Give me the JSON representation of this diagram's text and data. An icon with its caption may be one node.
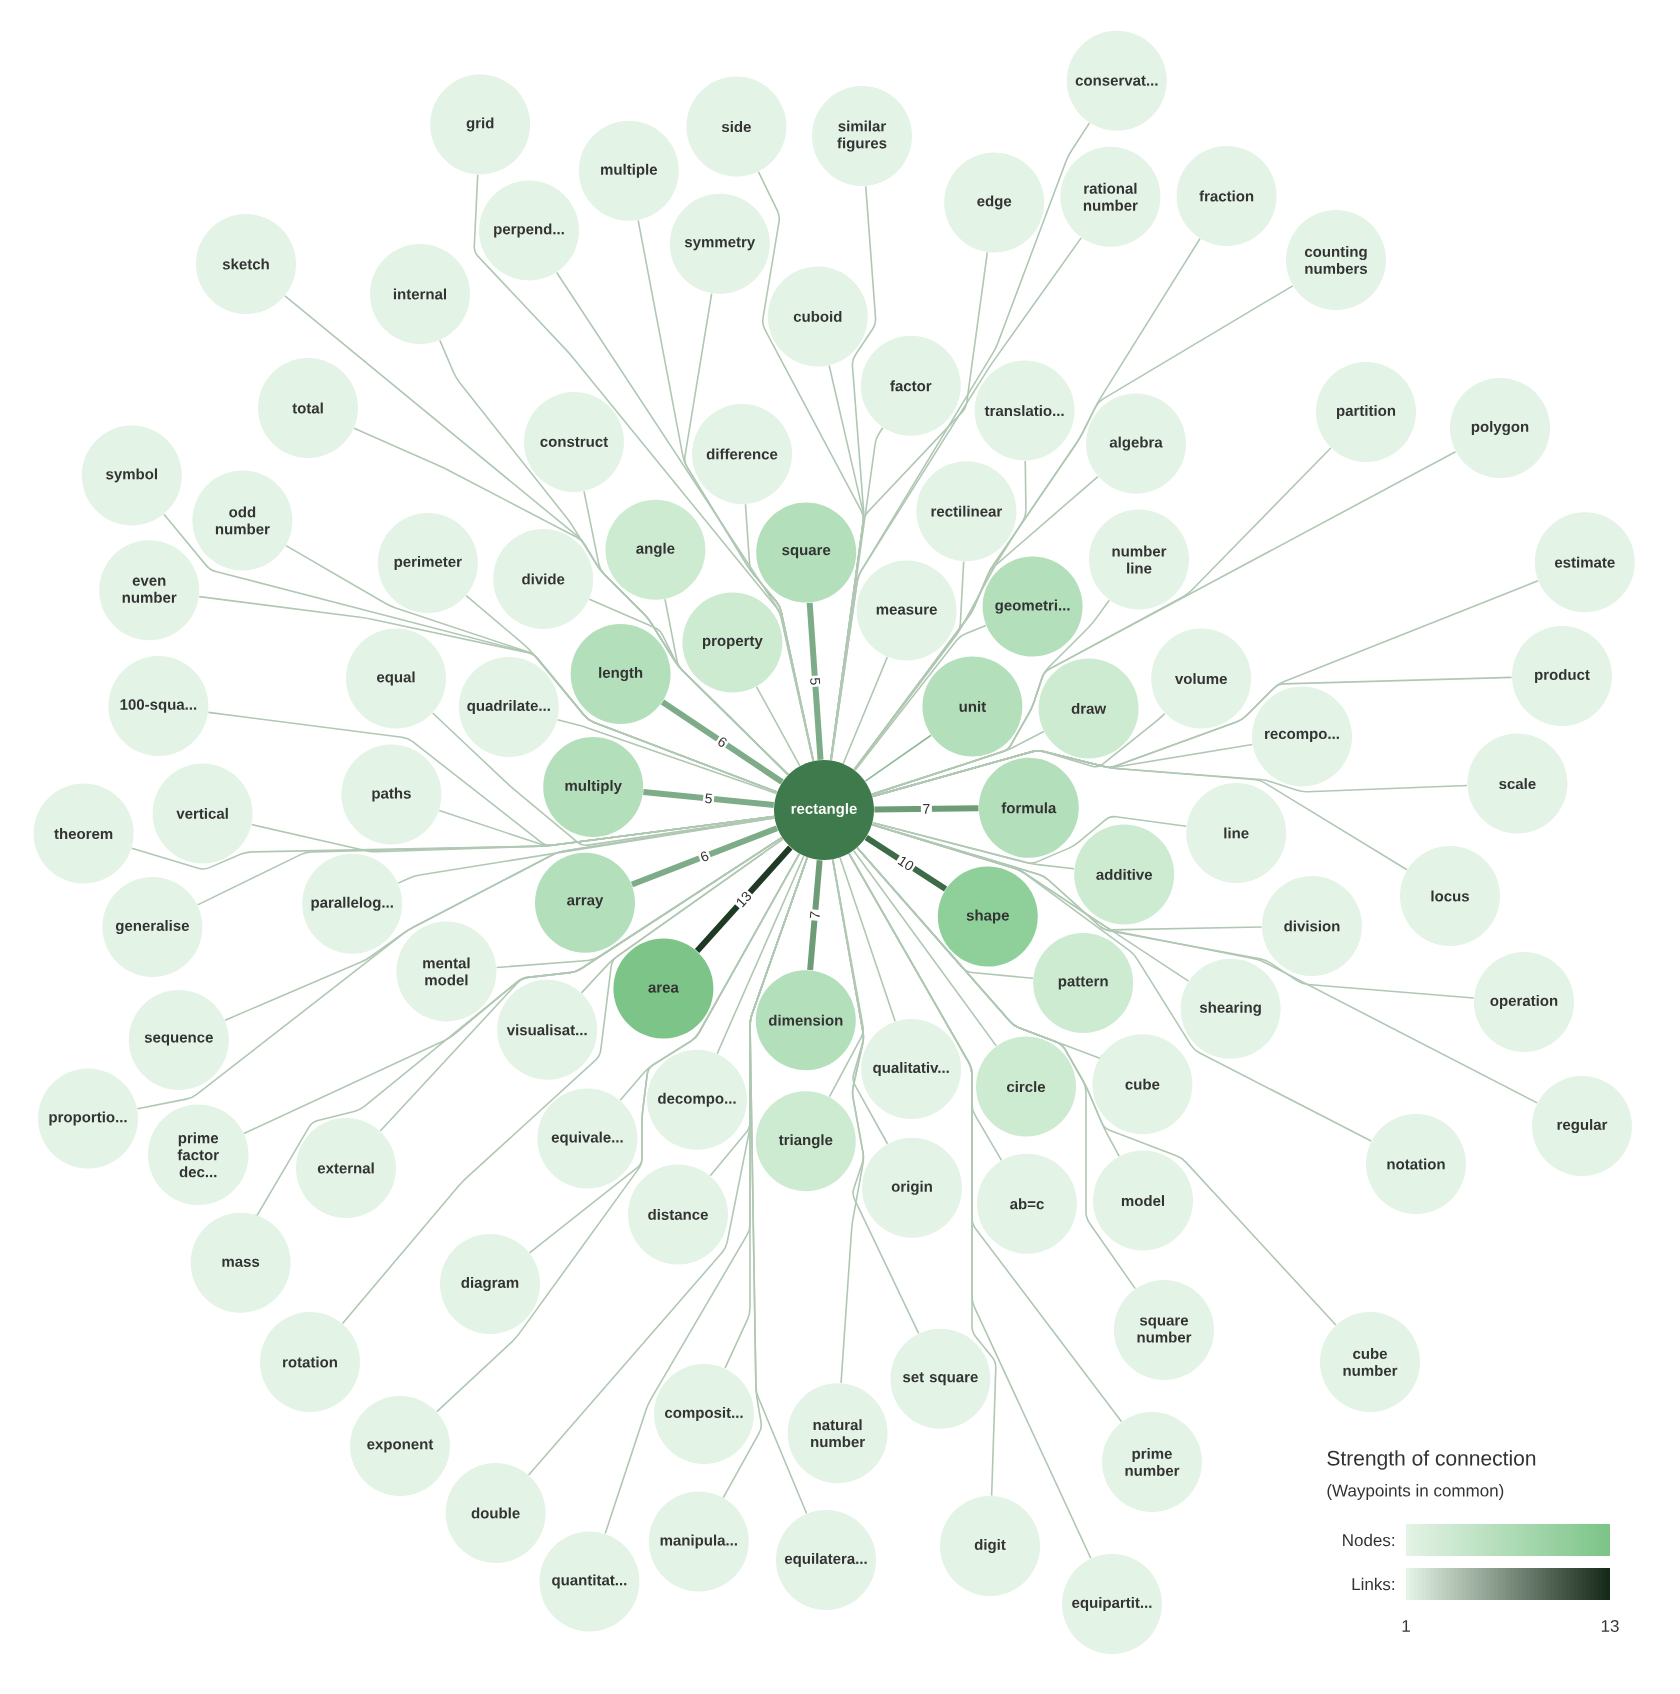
{
  "diagram": {
    "nodes": [
      {
        "text": [
          "rectangle"
        ]
      },
      {
        "text": [
          "grid"
        ]
      },
      {
        "text": [
          "side"
        ]
      },
      {
        "text": [
          "similar figures"
        ]
      },
      {
        "text": [
          "conservat..."
        ]
      },
      {
        "text": [
          "multiple"
        ]
      },
      {
        "text": [
          "rational number"
        ]
      },
      {
        "text": [
          "edge"
        ]
      },
      {
        "text": [
          "fraction"
        ]
      },
      {
        "text": [
          "perpend..."
        ]
      },
      {
        "text": [
          "symmetry"
        ]
      },
      {
        "text": [
          "sketch"
        ]
      },
      {
        "text": [
          "counting numbers"
        ]
      },
      {
        "text": [
          "internal"
        ]
      },
      {
        "text": [
          "cuboid"
        ]
      },
      {
        "text": [
          "factor"
        ]
      },
      {
        "text": [
          "total"
        ]
      },
      {
        "text": [
          "partition"
        ]
      },
      {
        "text": [
          "translatio..."
        ]
      },
      {
        "text": [
          "polygon"
        ]
      },
      {
        "text": [
          "construct"
        ]
      },
      {
        "text": [
          "difference"
        ]
      },
      {
        "text": [
          "algebra"
        ]
      },
      {
        "text": [
          "symbol"
        ]
      },
      {
        "text": [
          "odd number"
        ]
      },
      {
        "text": [
          "rectilinear"
        ]
      },
      {
        "text": [
          "number line"
        ]
      },
      {
        "text": [
          "angle"
        ]
      },
      {
        "text": [
          "square"
        ]
      },
      {
        "text": [
          "perimeter"
        ]
      },
      {
        "text": [
          "divide"
        ]
      },
      {
        "text": [
          "estimate"
        ]
      },
      {
        "text": [
          "even number"
        ]
      },
      {
        "text": [
          "measure"
        ]
      },
      {
        "text": [
          "geometri..."
        ]
      },
      {
        "text": [
          "property"
        ]
      },
      {
        "text": [
          "length"
        ]
      },
      {
        "text": [
          "equal"
        ]
      },
      {
        "text": [
          "quadrilate..."
        ]
      },
      {
        "text": [
          "unit"
        ]
      },
      {
        "text": [
          "draw"
        ]
      },
      {
        "text": [
          "volume"
        ]
      },
      {
        "text": [
          "product"
        ]
      },
      {
        "text": [
          "100-squa..."
        ]
      },
      {
        "text": [
          "recompo..."
        ]
      },
      {
        "text": [
          "multiply"
        ]
      },
      {
        "text": [
          "paths"
        ]
      },
      {
        "text": [
          "vertical"
        ]
      },
      {
        "text": [
          "scale"
        ]
      },
      {
        "text": [
          "formula"
        ]
      },
      {
        "text": [
          "line"
        ]
      },
      {
        "text": [
          "theorem"
        ]
      },
      {
        "text": [
          "additive"
        ]
      },
      {
        "text": [
          "array"
        ]
      },
      {
        "text": [
          "parallelog..."
        ]
      },
      {
        "text": [
          "locus"
        ]
      },
      {
        "text": [
          "shape"
        ]
      },
      {
        "text": [
          "generalise"
        ]
      },
      {
        "text": [
          "division"
        ]
      },
      {
        "text": [
          "mental model"
        ]
      },
      {
        "text": [
          "area"
        ]
      },
      {
        "text": [
          "pattern"
        ]
      },
      {
        "text": [
          "operation"
        ]
      },
      {
        "text": [
          "dimension"
        ]
      },
      {
        "text": [
          "visualisat..."
        ]
      },
      {
        "text": [
          "shearing"
        ]
      },
      {
        "text": [
          "sequence"
        ]
      },
      {
        "text": [
          "qualitativ..."
        ]
      },
      {
        "text": [
          "circle"
        ]
      },
      {
        "text": [
          "cube"
        ]
      },
      {
        "text": [
          "decompo..."
        ]
      },
      {
        "text": [
          "proportio..."
        ]
      },
      {
        "text": [
          "triangle"
        ]
      },
      {
        "text": [
          "regular"
        ]
      },
      {
        "text": [
          "equivale..."
        ]
      },
      {
        "text": [
          "prime factor dec..."
        ]
      },
      {
        "text": [
          "external"
        ]
      },
      {
        "text": [
          "notation"
        ]
      },
      {
        "text": [
          "origin"
        ]
      },
      {
        "text": [
          "ab=c"
        ]
      },
      {
        "text": [
          "model"
        ]
      },
      {
        "text": [
          "distance"
        ]
      },
      {
        "text": [
          "mass"
        ]
      },
      {
        "text": [
          "diagram"
        ]
      },
      {
        "text": [
          "square number"
        ]
      },
      {
        "text": [
          "rotation"
        ]
      },
      {
        "text": [
          "cube number"
        ]
      },
      {
        "text": [
          "set square"
        ]
      },
      {
        "text": [
          "composit..."
        ]
      },
      {
        "text": [
          "natural number"
        ]
      },
      {
        "text": [
          "exponent"
        ]
      },
      {
        "text": [
          "prime number"
        ]
      },
      {
        "text": [
          "double"
        ]
      },
      {
        "text": [
          "manipula..."
        ]
      },
      {
        "text": [
          "digit"
        ]
      },
      {
        "text": [
          "equilatera..."
        ]
      },
      {
        "text": [
          "quantitat..."
        ]
      },
      {
        "text": [
          "equipartit..."
        ]
      }
    ],
    "edges": [
      {
        "from": 0,
        "to": 1,
        "arrow": "none"
      },
      {
        "from": 0,
        "to": 2,
        "arrow": "none"
      },
      {
        "from": 0,
        "to": 3,
        "arrow": "none"
      },
      {
        "from": 0,
        "to": 4,
        "arrow": "none"
      },
      {
        "from": 0,
        "to": 5,
        "arrow": "none"
      },
      {
        "from": 0,
        "to": 6,
        "arrow": "none"
      },
      {
        "from": 0,
        "to": 7,
        "arrow": "none"
      },
      {
        "from": 0,
        "to": 8,
        "arrow": "none"
      },
      {
        "from": 0,
        "to": 9,
        "arrow": "none"
      },
      {
        "from": 0,
        "to": 10,
        "arrow": "none"
      },
      {
        "from": 0,
        "to": 11,
        "arrow": "none"
      },
      {
        "from": 0,
        "to": 12,
        "arrow": "none"
      },
      {
        "from": 0,
        "to": 13,
        "arrow": "none"
      },
      {
        "from": 0,
        "to": 14,
        "arrow": "none"
      },
      {
        "from": 0,
        "to": 15,
        "arrow": "none"
      },
      {
        "from": 0,
        "to": 16,
        "arrow": "none"
      },
      {
        "from": 0,
        "to": 17,
        "arrow": "none"
      },
      {
        "from": 0,
        "to": 18,
        "arrow": "none"
      },
      {
        "from": 0,
        "to": 19,
        "arrow": "none"
      },
      {
        "from": 0,
        "to": 20,
        "arrow": "none"
      },
      {
        "from": 0,
        "to": 21,
        "arrow": "none"
      },
      {
        "from": 0,
        "to": 22,
        "arrow": "none"
      },
      {
        "from": 0,
        "to": 23,
        "arrow": "none"
      },
      {
        "from": 0,
        "to": 24,
        "arrow": "none"
      },
      {
        "from": 0,
        "to": 25,
        "arrow": "none"
      },
      {
        "from": 0,
        "to": 26,
        "arrow": "none"
      },
      {
        "from": 0,
        "to": 27,
        "arrow": "none"
      },
      {
        "from": 0,
        "to": 28,
        "arrow": "none",
        "label": "5",
        "style": "thick",
        "color": "#7fac88"
      },
      {
        "from": 0,
        "to": 29,
        "arrow": "none"
      },
      {
        "from": 0,
        "to": 30,
        "arrow": "none"
      },
      {
        "from": 0,
        "to": 31,
        "arrow": "none"
      },
      {
        "from": 0,
        "to": 32,
        "arrow": "none"
      },
      {
        "from": 0,
        "to": 33,
        "arrow": "none"
      },
      {
        "from": 0,
        "to": 34,
        "arrow": "none"
      },
      {
        "from": 0,
        "to": 35,
        "arrow": "none"
      },
      {
        "from": 0,
        "to": 36,
        "arrow": "none",
        "label": "6",
        "style": "thick",
        "color": "#7fac88"
      },
      {
        "from": 0,
        "to": 37,
        "arrow": "none"
      },
      {
        "from": 0,
        "to": 38,
        "arrow": "none"
      },
      {
        "from": 0,
        "to": 39,
        "arrow": "none",
        "color": "#8fb897"
      },
      {
        "from": 0,
        "to": 40,
        "arrow": "none"
      },
      {
        "from": 0,
        "to": 41,
        "arrow": "none"
      },
      {
        "from": 0,
        "to": 42,
        "arrow": "none"
      },
      {
        "from": 0,
        "to": 43,
        "arrow": "none"
      },
      {
        "from": 0,
        "to": 44,
        "arrow": "none"
      },
      {
        "from": 0,
        "to": 45,
        "arrow": "none",
        "label": "5",
        "style": "thick",
        "color": "#7fac88"
      },
      {
        "from": 0,
        "to": 46,
        "arrow": "none"
      },
      {
        "from": 0,
        "to": 47,
        "arrow": "none"
      },
      {
        "from": 0,
        "to": 48,
        "arrow": "none"
      },
      {
        "from": 0,
        "to": 49,
        "arrow": "none",
        "label": "7",
        "style": "thick",
        "color": "#6e9c77"
      },
      {
        "from": 0,
        "to": 50,
        "arrow": "none"
      },
      {
        "from": 0,
        "to": 51,
        "arrow": "none"
      },
      {
        "from": 0,
        "to": 52,
        "arrow": "none"
      },
      {
        "from": 0,
        "to": 53,
        "arrow": "none",
        "label": "6",
        "style": "thick",
        "color": "#7fac88"
      },
      {
        "from": 0,
        "to": 54,
        "arrow": "none"
      },
      {
        "from": 0,
        "to": 55,
        "arrow": "none"
      },
      {
        "from": 0,
        "to": 56,
        "arrow": "none",
        "label": "10",
        "style": "thick",
        "color": "#3d6b47"
      },
      {
        "from": 0,
        "to": 57,
        "arrow": "none"
      },
      {
        "from": 0,
        "to": 58,
        "arrow": "none"
      },
      {
        "from": 0,
        "to": 59,
        "arrow": "none"
      },
      {
        "from": 0,
        "to": 60,
        "arrow": "none",
        "label": "13",
        "style": "thick",
        "color": "#1e3a24"
      },
      {
        "from": 0,
        "to": 61,
        "arrow": "none"
      },
      {
        "from": 0,
        "to": 62,
        "arrow": "none"
      },
      {
        "from": 0,
        "to": 63,
        "arrow": "none",
        "label": "7",
        "style": "thick",
        "color": "#6e9c77"
      },
      {
        "from": 0,
        "to": 64,
        "arrow": "none"
      },
      {
        "from": 0,
        "to": 65,
        "arrow": "none"
      },
      {
        "from": 0,
        "to": 66,
        "arrow": "none"
      },
      {
        "from": 0,
        "to": 67,
        "arrow": "none"
      },
      {
        "from": 0,
        "to": 68,
        "arrow": "none"
      },
      {
        "from": 0,
        "to": 69,
        "arrow": "none"
      },
      {
        "from": 0,
        "to": 70,
        "arrow": "none"
      },
      {
        "from": 0,
        "to": 71,
        "arrow": "none"
      },
      {
        "from": 0,
        "to": 72,
        "arrow": "none"
      },
      {
        "from": 0,
        "to": 73,
        "arrow": "none"
      },
      {
        "from": 0,
        "to": 74,
        "arrow": "none"
      },
      {
        "from": 0,
        "to": 75,
        "arrow": "none"
      },
      {
        "from": 0,
        "to": 76,
        "arrow": "none"
      },
      {
        "from": 0,
        "to": 77,
        "arrow": "none"
      },
      {
        "from": 0,
        "to": 78,
        "arrow": "none"
      },
      {
        "from": 0,
        "to": 79,
        "arrow": "none"
      },
      {
        "from": 0,
        "to": 80,
        "arrow": "none"
      },
      {
        "from": 0,
        "to": 81,
        "arrow": "none"
      },
      {
        "from": 0,
        "to": 82,
        "arrow": "none"
      },
      {
        "from": 0,
        "to": 83,
        "arrow": "none"
      },
      {
        "from": 0,
        "to": 84,
        "arrow": "none"
      },
      {
        "from": 0,
        "to": 85,
        "arrow": "none"
      },
      {
        "from": 0,
        "to": 86,
        "arrow": "none"
      },
      {
        "from": 0,
        "to": 87,
        "arrow": "none"
      },
      {
        "from": 0,
        "to": 88,
        "arrow": "none"
      },
      {
        "from": 0,
        "to": 89,
        "arrow": "none"
      },
      {
        "from": 0,
        "to": 90,
        "arrow": "none"
      },
      {
        "from": 0,
        "to": 91,
        "arrow": "none"
      },
      {
        "from": 0,
        "to": 92,
        "arrow": "none"
      },
      {
        "from": 0,
        "to": 93,
        "arrow": "none"
      },
      {
        "from": 0,
        "to": 94,
        "arrow": "none"
      },
      {
        "from": 0,
        "to": 95,
        "arrow": "none"
      },
      {
        "from": 0,
        "to": 96,
        "arrow": "none"
      },
      {
        "from": 0,
        "to": 97,
        "arrow": "none"
      }
    ],
    "labels": [
      "Strength of connection",
      "(Waypoints in common)",
      "1",
      "13"
    ],
    "legend": [
      {
        "text": "Nodes:"
      },
      {
        "text": "Links:"
      }
    ]
  }
}
